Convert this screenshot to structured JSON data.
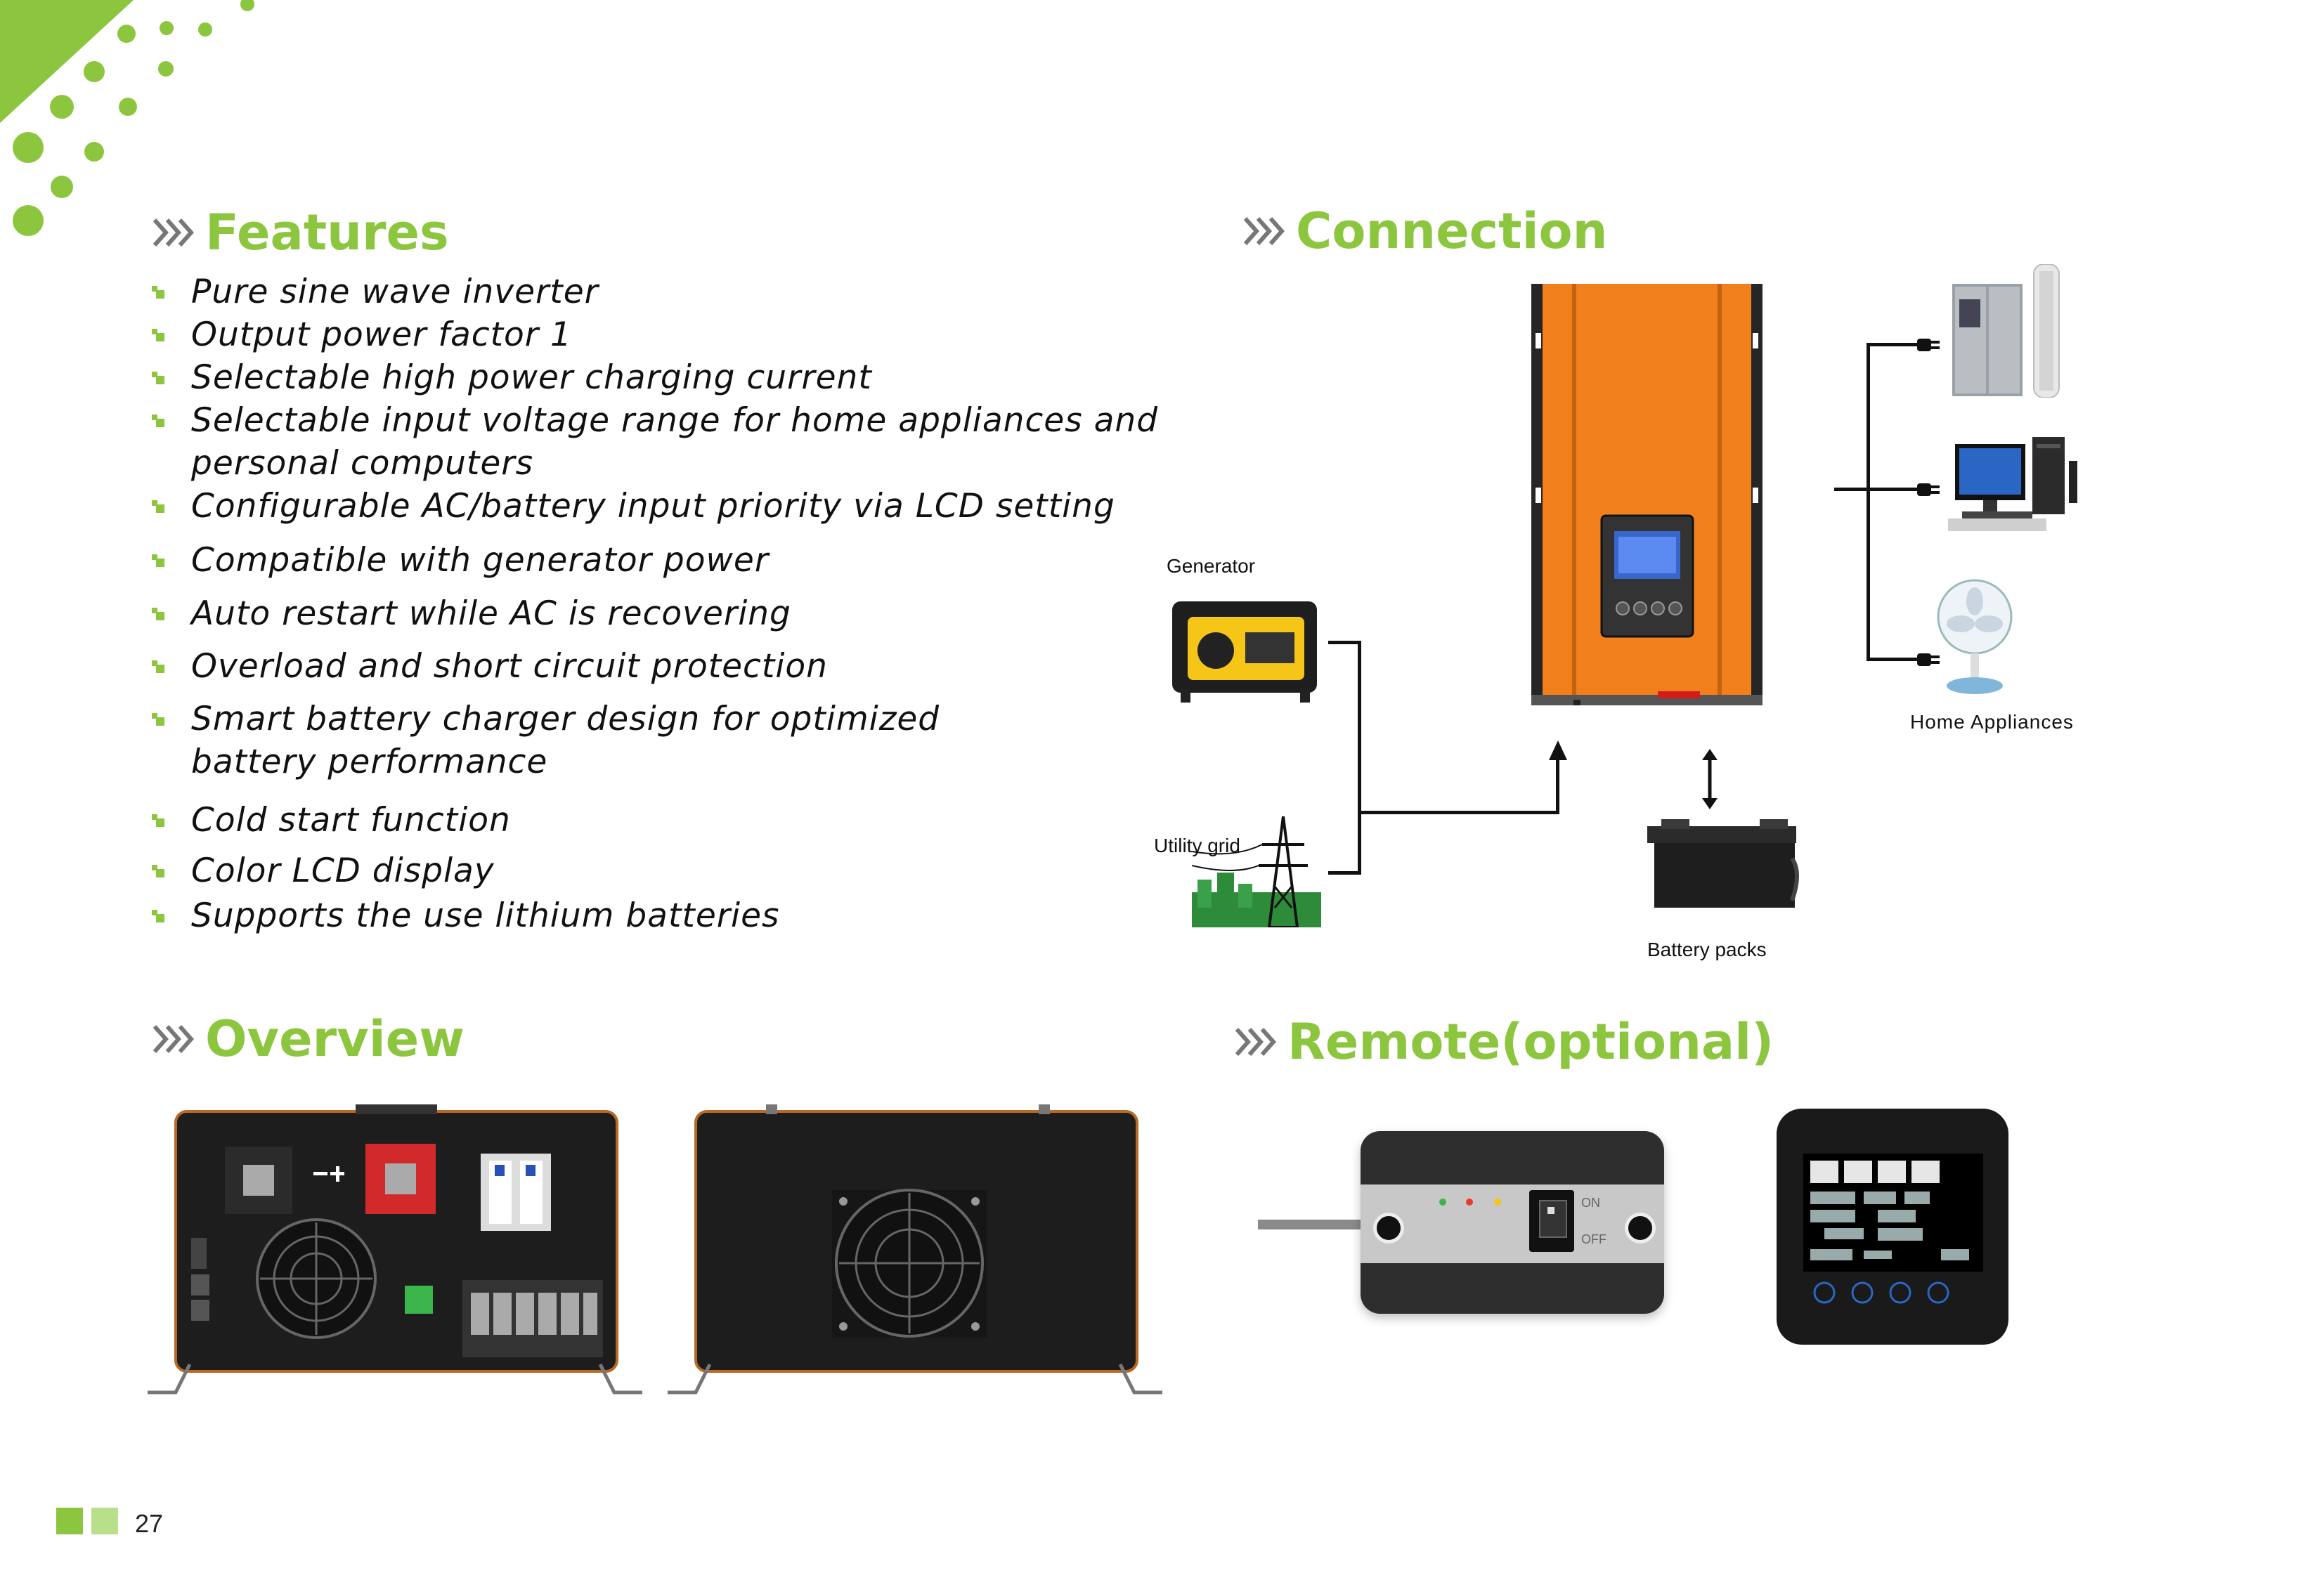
{
  "sections": {
    "features": {
      "title": "Features"
    },
    "connection": {
      "title": "Connection"
    },
    "overview": {
      "title": "Overview"
    },
    "remote": {
      "title": "Remote(optional)"
    }
  },
  "features": [
    {
      "text": "Pure sine wave inverter"
    },
    {
      "text": "Output power factor 1"
    },
    {
      "text": "Selectable high power charging current"
    },
    {
      "text": "Selectable input voltage range for home appliances and",
      "text2": "personal computers"
    },
    {
      "text": "Configurable AC/battery input priority via LCD setting"
    },
    {
      "text": "Compatible with generator power"
    },
    {
      "text": "Auto restart while AC is recovering"
    },
    {
      "text": "Overload and short circuit protection"
    },
    {
      "text": "Smart battery charger design for optimized",
      "text2": "battery performance"
    },
    {
      "text": "Cold start function"
    },
    {
      "text": "Color LCD display"
    },
    {
      "text": "Supports the use lithium batteries"
    }
  ],
  "connection": {
    "generator_label": "Generator",
    "utility_label": "Utility grid",
    "battery_label": "Battery packs",
    "appliances_label": "Home Appliances"
  },
  "remote_box": {
    "on_label": "ON",
    "off_label": "OFF"
  },
  "page_number": "27",
  "colors": {
    "accent": "#8cc63f",
    "inverter_orange": "#f07f1c",
    "dark": "#1d1d1d"
  }
}
